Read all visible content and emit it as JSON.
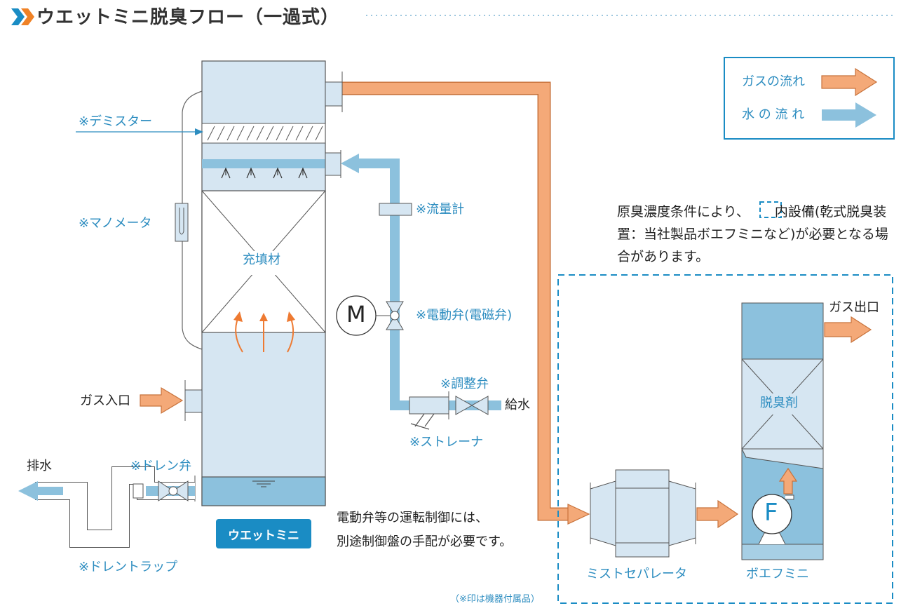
{
  "title": "ウエットミニ脱臭フロー（一過式）",
  "legend": {
    "gas_flow": "ガスの流れ",
    "water_flow": "水 の 流 れ"
  },
  "labels": {
    "demister": "※デミスター",
    "manometer": "※マノメータ",
    "packing": "充填材",
    "flowmeter": "※流量計",
    "motor_m": "M",
    "motor_valve": "※電動弁(電磁弁)",
    "adjust_valve": "※調整弁",
    "water_supply": "給水",
    "strainer": "※ストレーナ",
    "gas_inlet": "ガス入口",
    "drain_out": "排水",
    "drain_valve": "※ドレン弁",
    "drain_trap": "※ドレントラップ",
    "wet_mini": "ウエットミニ",
    "gas_outlet": "ガス出口",
    "deodorant": "脱臭剤",
    "fan_f": "F",
    "mist_separator": "ミストセパレータ",
    "boefumini": "ボエフミニ",
    "footnote": "（※印は機器付属品）"
  },
  "notes": {
    "control_line1": "電動弁等の運転制御には、",
    "control_line2": "別途制御盤の手配が必要です。"
  },
  "condition_note": {
    "part1": "原臭濃度条件により、",
    "part2": "内設備(乾式脱臭装置：当社製品ボエフミニなど)が必要となる場合があります。"
  },
  "colors": {
    "gas": "#f4a978",
    "gas_edge": "#c8733c",
    "water": "#8cc1dd",
    "tank": "#d6e6f2",
    "accent": "#2d8dc0",
    "badge": "#1a8cc4",
    "title_arrow": "#f08226"
  }
}
